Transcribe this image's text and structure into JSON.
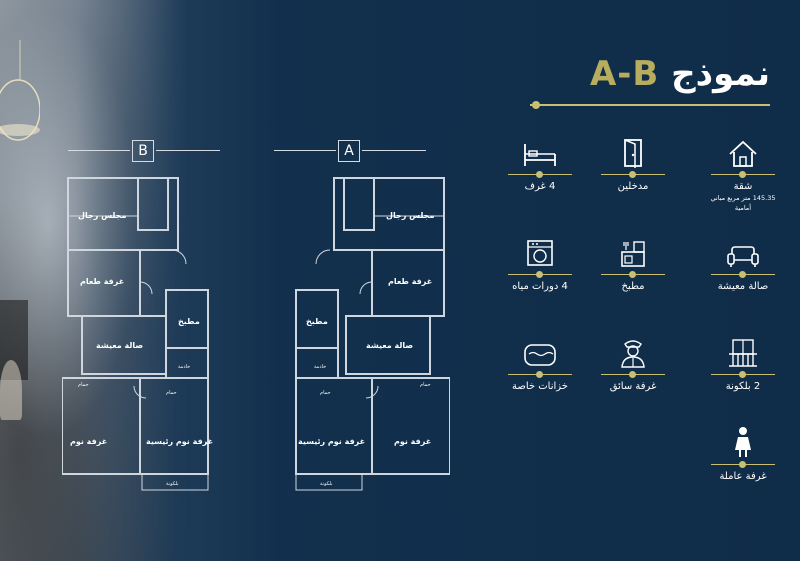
{
  "title": {
    "text": "نموذج",
    "accent": "A-B"
  },
  "plans": [
    {
      "label": "B",
      "rooms": {
        "majlis": "مجلس رجال",
        "dining": "غرفة طعام",
        "kitchen": "مطبخ",
        "living": "صالة معيشة",
        "maid": "خادمة",
        "bath": "حمام",
        "bath2": "حمام",
        "bedroom": "غرفة نوم",
        "master": "غرفة نوم رئيسية",
        "balcony": "بلكونة"
      }
    },
    {
      "label": "A",
      "rooms": {
        "majlis": "مجلس رجال",
        "dining": "غرفة طعام",
        "kitchen": "مطبخ",
        "living": "صالة معيشة",
        "maid": "خادمة",
        "bath": "حمام",
        "bath2": "حمام",
        "bedroom": "غرفة نوم",
        "master": "غرفة نوم رئيسية",
        "balcony": "بلكونة"
      }
    }
  ],
  "features": [
    {
      "icon": "house-icon",
      "label": "شقة",
      "sub1": "145.35 متر مربع مباني",
      "sub2": "أمامية"
    },
    {
      "icon": "door-icon",
      "label": "مدخلين"
    },
    {
      "icon": "bed-icon",
      "label": "4 غرف"
    },
    {
      "icon": "sofa-icon",
      "label": "صالة معيشة"
    },
    {
      "icon": "kitchen-icon",
      "label": "مطبخ"
    },
    {
      "icon": "washing-machine-icon",
      "label": "4 دورات مياه"
    },
    {
      "icon": "balcony-icon",
      "label": "2 بلكونة"
    },
    {
      "icon": "driver-icon",
      "label": "غرفة سائق"
    },
    {
      "icon": "water-tank-icon",
      "label": "خزانات خاصة"
    },
    {
      "icon": "woman-icon",
      "label": "غرفة عاملة"
    }
  ],
  "colors": {
    "accent": "#c9bf72",
    "background": "#0f2c48",
    "line": "#cfd6de"
  }
}
